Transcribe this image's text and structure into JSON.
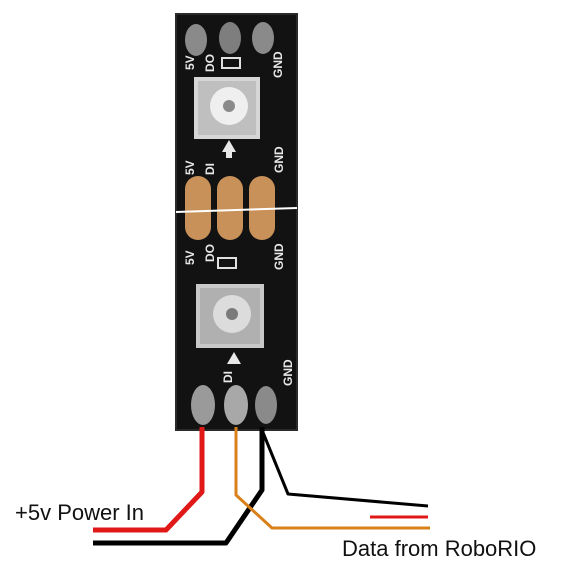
{
  "labels": {
    "power_in": "+5v Power In",
    "data_from": "Data from RoboRIO"
  },
  "silkscreen": {
    "v5": "5V",
    "dout": "DO",
    "din": "DI",
    "gnd": "GND"
  },
  "colors": {
    "power_wire": "#e01818",
    "ground_wire": "#000000",
    "data_wire": "#d9801a",
    "pcb": "#121212",
    "pad": "#c9915a"
  }
}
